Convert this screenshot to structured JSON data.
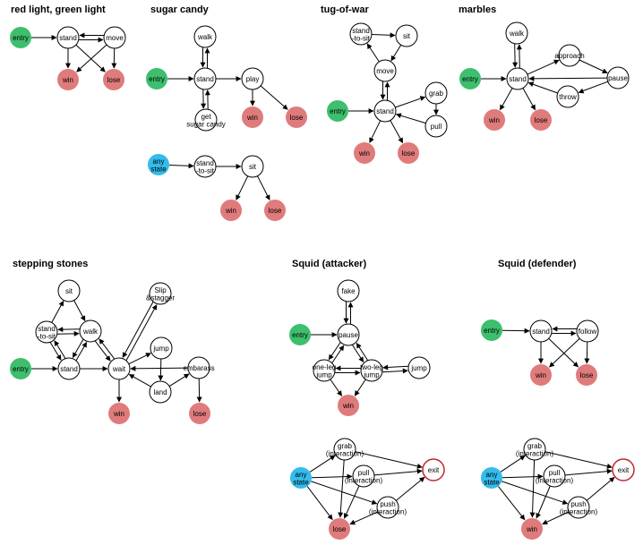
{
  "colors": {
    "entry": "#3dbf6e",
    "any": "#33bcec",
    "terminal": "#e07b7c",
    "state": "#ffffff",
    "exit_stroke": "#c0272d"
  },
  "diagrams": [
    {
      "title": "red light, green light",
      "nodes": [
        {
          "id": "entry",
          "label": "entry",
          "kind": "entry"
        },
        {
          "id": "stand",
          "label": "stand",
          "kind": "state"
        },
        {
          "id": "move",
          "label": "move",
          "kind": "state"
        },
        {
          "id": "win",
          "label": "win",
          "kind": "terminal"
        },
        {
          "id": "lose",
          "label": "lose",
          "kind": "terminal"
        }
      ],
      "edges": [
        [
          "entry",
          "stand"
        ],
        [
          "stand",
          "move"
        ],
        [
          "move",
          "stand"
        ],
        [
          "stand",
          "win"
        ],
        [
          "stand",
          "lose"
        ],
        [
          "move",
          "win"
        ],
        [
          "move",
          "lose"
        ]
      ]
    },
    {
      "title": "sugar candy",
      "nodes": [
        {
          "id": "walk",
          "label": "walk",
          "kind": "state"
        },
        {
          "id": "entry",
          "label": "entry",
          "kind": "entry"
        },
        {
          "id": "stand",
          "label": "stand",
          "kind": "state"
        },
        {
          "id": "play",
          "label": "play",
          "kind": "state"
        },
        {
          "id": "get",
          "label": "get\nsugar candy",
          "kind": "state"
        },
        {
          "id": "win",
          "label": "win",
          "kind": "terminal"
        },
        {
          "id": "lose",
          "label": "lose",
          "kind": "terminal"
        },
        {
          "id": "any",
          "label": "any\nstate",
          "kind": "any"
        },
        {
          "id": "sts",
          "label": "stand\n-to-sit",
          "kind": "state"
        },
        {
          "id": "sit",
          "label": "sit",
          "kind": "state"
        },
        {
          "id": "win2",
          "label": "win",
          "kind": "terminal"
        },
        {
          "id": "lose2",
          "label": "lose",
          "kind": "terminal"
        }
      ],
      "edges": [
        [
          "entry",
          "stand"
        ],
        [
          "stand",
          "walk"
        ],
        [
          "walk",
          "stand"
        ],
        [
          "stand",
          "get"
        ],
        [
          "get",
          "stand"
        ],
        [
          "stand",
          "play"
        ],
        [
          "play",
          "win"
        ],
        [
          "play",
          "lose"
        ],
        [
          "any",
          "sts"
        ],
        [
          "sts",
          "sit"
        ],
        [
          "sit",
          "win2"
        ],
        [
          "sit",
          "lose2"
        ]
      ]
    },
    {
      "title": "tug-of-war",
      "nodes": [
        {
          "id": "sts",
          "label": "stand\n-to-sit",
          "kind": "state"
        },
        {
          "id": "sit",
          "label": "sit",
          "kind": "state"
        },
        {
          "id": "move",
          "label": "move",
          "kind": "state"
        },
        {
          "id": "grab",
          "label": "grab",
          "kind": "state"
        },
        {
          "id": "entry",
          "label": "entry",
          "kind": "entry"
        },
        {
          "id": "stand",
          "label": "stand",
          "kind": "state"
        },
        {
          "id": "pull",
          "label": "pull",
          "kind": "state"
        },
        {
          "id": "win",
          "label": "win",
          "kind": "terminal"
        },
        {
          "id": "lose",
          "label": "lose",
          "kind": "terminal"
        }
      ],
      "edges": [
        [
          "sts",
          "sit"
        ],
        [
          "sit",
          "move"
        ],
        [
          "move",
          "sts"
        ],
        [
          "move",
          "stand"
        ],
        [
          "stand",
          "move"
        ],
        [
          "entry",
          "stand"
        ],
        [
          "stand",
          "grab"
        ],
        [
          "grab",
          "pull"
        ],
        [
          "pull",
          "stand"
        ],
        [
          "stand",
          "win"
        ],
        [
          "stand",
          "lose"
        ]
      ]
    },
    {
      "title": "marbles",
      "nodes": [
        {
          "id": "walk",
          "label": "walk",
          "kind": "state"
        },
        {
          "id": "approach",
          "label": "approach",
          "kind": "state"
        },
        {
          "id": "entry",
          "label": "entry",
          "kind": "entry"
        },
        {
          "id": "stand",
          "label": "stand",
          "kind": "state"
        },
        {
          "id": "pause",
          "label": "pause",
          "kind": "state"
        },
        {
          "id": "throw",
          "label": "throw",
          "kind": "state"
        },
        {
          "id": "win",
          "label": "win",
          "kind": "terminal"
        },
        {
          "id": "lose",
          "label": "lose",
          "kind": "terminal"
        }
      ],
      "edges": [
        [
          "entry",
          "stand"
        ],
        [
          "stand",
          "walk"
        ],
        [
          "walk",
          "stand"
        ],
        [
          "stand",
          "approach"
        ],
        [
          "approach",
          "pause"
        ],
        [
          "pause",
          "throw"
        ],
        [
          "throw",
          "stand"
        ],
        [
          "pause",
          "stand"
        ],
        [
          "stand",
          "win"
        ],
        [
          "stand",
          "lose"
        ]
      ]
    },
    {
      "title": "stepping stones",
      "nodes": [
        {
          "id": "sit",
          "label": "sit",
          "kind": "state"
        },
        {
          "id": "slip",
          "label": "Slip\n&stagger",
          "kind": "state"
        },
        {
          "id": "sts",
          "label": "stand\n-to-sit",
          "kind": "state"
        },
        {
          "id": "walk",
          "label": "walk",
          "kind": "state"
        },
        {
          "id": "jump",
          "label": "jump",
          "kind": "state"
        },
        {
          "id": "embarass",
          "label": "embarass",
          "kind": "state"
        },
        {
          "id": "entry",
          "label": "entry",
          "kind": "entry"
        },
        {
          "id": "stand",
          "label": "stand",
          "kind": "state"
        },
        {
          "id": "wait",
          "label": "wait",
          "kind": "state"
        },
        {
          "id": "land",
          "label": "land",
          "kind": "state"
        },
        {
          "id": "win",
          "label": "win",
          "kind": "terminal"
        },
        {
          "id": "lose",
          "label": "lose",
          "kind": "terminal"
        }
      ],
      "edges": [
        [
          "sts",
          "sit"
        ],
        [
          "sit",
          "walk"
        ],
        [
          "sts",
          "walk"
        ],
        [
          "walk",
          "sts"
        ],
        [
          "stand",
          "sts"
        ],
        [
          "sts",
          "stand"
        ],
        [
          "stand",
          "walk"
        ],
        [
          "walk",
          "stand"
        ],
        [
          "entry",
          "stand"
        ],
        [
          "stand",
          "wait"
        ],
        [
          "walk",
          "wait"
        ],
        [
          "wait",
          "walk"
        ],
        [
          "wait",
          "slip"
        ],
        [
          "slip",
          "wait"
        ],
        [
          "wait",
          "jump"
        ],
        [
          "jump",
          "land"
        ],
        [
          "land",
          "wait"
        ],
        [
          "land",
          "embarass"
        ],
        [
          "embarass",
          "wait"
        ],
        [
          "embarass",
          "lose"
        ],
        [
          "wait",
          "win"
        ]
      ]
    },
    {
      "title": "Squid (attacker)",
      "nodes": [
        {
          "id": "fake",
          "label": "fake",
          "kind": "state"
        },
        {
          "id": "entry",
          "label": "entry",
          "kind": "entry"
        },
        {
          "id": "pause",
          "label": "pause",
          "kind": "state"
        },
        {
          "id": "olj",
          "label": "one-leg\njump",
          "kind": "state"
        },
        {
          "id": "tlj",
          "label": "two-leg\njump",
          "kind": "state"
        },
        {
          "id": "jump",
          "label": "jump",
          "kind": "state"
        },
        {
          "id": "win",
          "label": "win",
          "kind": "terminal"
        },
        {
          "id": "grab",
          "label": "grab\n(interaction)",
          "kind": "state"
        },
        {
          "id": "any",
          "label": "any\nstate",
          "kind": "any"
        },
        {
          "id": "pullI",
          "label": "pull\n(interaction)",
          "kind": "state"
        },
        {
          "id": "exit",
          "label": "exit",
          "kind": "exit"
        },
        {
          "id": "push",
          "label": "push\n(interaction)",
          "kind": "state"
        },
        {
          "id": "lose",
          "label": "lose",
          "kind": "terminal"
        }
      ],
      "edges": [
        [
          "pause",
          "fake"
        ],
        [
          "fake",
          "pause"
        ],
        [
          "entry",
          "pause"
        ],
        [
          "pause",
          "olj"
        ],
        [
          "olj",
          "pause"
        ],
        [
          "pause",
          "tlj"
        ],
        [
          "tlj",
          "pause"
        ],
        [
          "olj",
          "tlj"
        ],
        [
          "tlj",
          "olj"
        ],
        [
          "tlj",
          "jump"
        ],
        [
          "jump",
          "tlj"
        ],
        [
          "olj",
          "win"
        ],
        [
          "tlj",
          "win"
        ],
        [
          "any",
          "grab"
        ],
        [
          "any",
          "pullI"
        ],
        [
          "any",
          "push"
        ],
        [
          "any",
          "lose"
        ],
        [
          "grab",
          "lose"
        ],
        [
          "pullI",
          "lose"
        ],
        [
          "push",
          "lose"
        ],
        [
          "grab",
          "exit"
        ],
        [
          "pullI",
          "exit"
        ],
        [
          "push",
          "exit"
        ]
      ]
    },
    {
      "title": "Squid (defender)",
      "nodes": [
        {
          "id": "entry",
          "label": "entry",
          "kind": "entry"
        },
        {
          "id": "stand",
          "label": "stand",
          "kind": "state"
        },
        {
          "id": "follow",
          "label": "follow",
          "kind": "state"
        },
        {
          "id": "win",
          "label": "win",
          "kind": "terminal"
        },
        {
          "id": "lose",
          "label": "lose",
          "kind": "terminal"
        },
        {
          "id": "grab",
          "label": "grab\n(interaction)",
          "kind": "state"
        },
        {
          "id": "any",
          "label": "any\nstate",
          "kind": "any"
        },
        {
          "id": "pullI",
          "label": "pull\n(interaction)",
          "kind": "state"
        },
        {
          "id": "exit",
          "label": "exit",
          "kind": "exit"
        },
        {
          "id": "push",
          "label": "push\n(interaction)",
          "kind": "state"
        },
        {
          "id": "win2",
          "label": "win",
          "kind": "terminal"
        }
      ],
      "edges": [
        [
          "entry",
          "stand"
        ],
        [
          "stand",
          "follow"
        ],
        [
          "follow",
          "stand"
        ],
        [
          "stand",
          "win"
        ],
        [
          "stand",
          "lose"
        ],
        [
          "follow",
          "win"
        ],
        [
          "follow",
          "lose"
        ],
        [
          "any",
          "grab"
        ],
        [
          "any",
          "pullI"
        ],
        [
          "any",
          "push"
        ],
        [
          "any",
          "win2"
        ],
        [
          "grab",
          "win2"
        ],
        [
          "pullI",
          "win2"
        ],
        [
          "push",
          "win2"
        ],
        [
          "grab",
          "exit"
        ],
        [
          "pullI",
          "exit"
        ],
        [
          "push",
          "exit"
        ]
      ]
    }
  ]
}
